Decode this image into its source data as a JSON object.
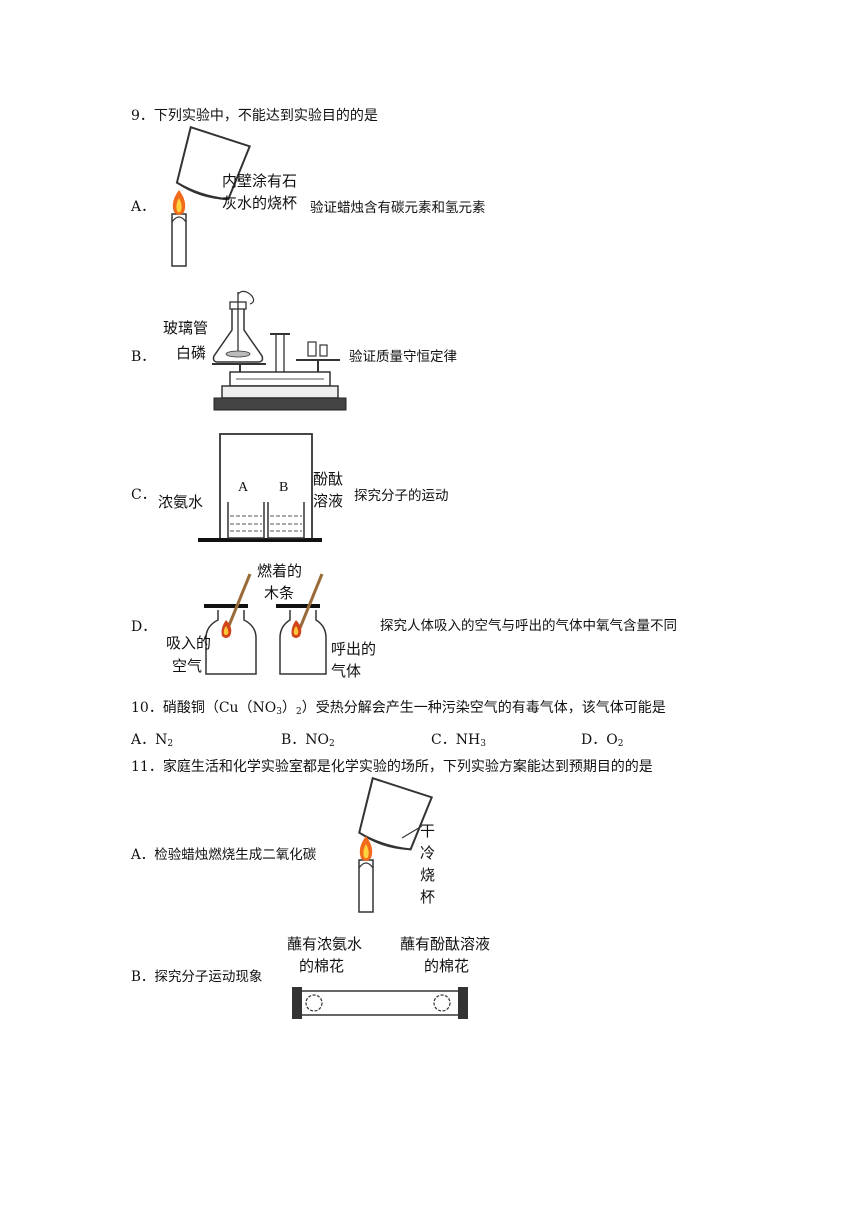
{
  "q9": {
    "stem": "9．下列实验中，不能达到实验目的的是",
    "A": {
      "letter": "A．",
      "label1": "内壁涂有石",
      "label2": "灰水的烧杯",
      "desc": "验证蜡烛含有碳元素和氢元素"
    },
    "B": {
      "letter": "B．",
      "label1": "玻璃管",
      "label2": "白磷",
      "desc": "验证质量守恒定律"
    },
    "C": {
      "letter": "C．",
      "label_left": "浓氨水",
      "label_a": "A",
      "label_b": "B",
      "label_r1": "酚酞",
      "label_r2": "溶液",
      "desc": "探究分子的运动"
    },
    "D": {
      "letter": "D．",
      "label_top1": "燃着的",
      "label_top2": "木条",
      "label_l1": "吸入的",
      "label_l2": "空气",
      "label_r1": "呼出的",
      "label_r2": "气体",
      "desc": "探究人体吸入的空气与呼出的气体中氧气含量不同"
    }
  },
  "q10": {
    "stem_prefix": "10．硝酸铜（Cu（NO",
    "stem_sub1": "3",
    "stem_mid": "）",
    "stem_sub2": "2",
    "stem_suffix": "）受热分解会产生一种污染空气的有毒气体，该气体可能是",
    "choices": [
      {
        "letter": "A．",
        "formula": "N",
        "sub": "2"
      },
      {
        "letter": "B．",
        "formula": "NO",
        "sub": "2"
      },
      {
        "letter": "C．",
        "formula": "NH",
        "sub": "3"
      },
      {
        "letter": "D．",
        "formula": "O",
        "sub": "2"
      }
    ]
  },
  "q11": {
    "stem": "11．家庭生活和化学实验室都是化学实验的场所，下列实验方案能达到预期目的的是",
    "A": {
      "desc": "A．检验蜡烛燃烧生成二氧化碳",
      "label_chars": [
        "干",
        "冷",
        "烧",
        "杯"
      ]
    },
    "B": {
      "desc": "B．探究分子运动现象",
      "label_l1": "蘸有浓氨水",
      "label_l2": "的棉花",
      "label_r1": "蘸有酚酞溶液",
      "label_r2": "的棉花"
    }
  }
}
